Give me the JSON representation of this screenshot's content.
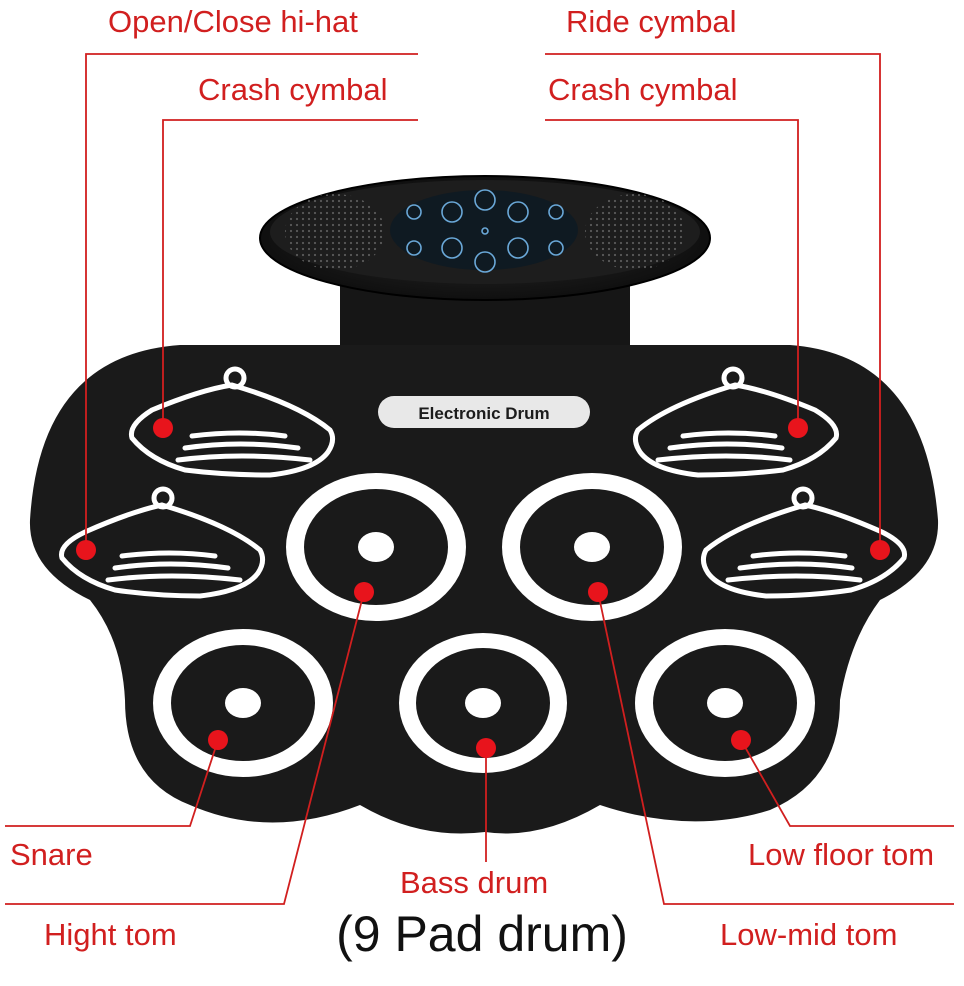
{
  "labels": {
    "open_close_hihat": "Open/Close hi-hat",
    "crash_cymbal_left": "Crash cymbal",
    "ride_cymbal": "Ride cymbal",
    "crash_cymbal_right": "Crash cymbal",
    "snare": "Snare",
    "hight_tom": "Hight tom",
    "bass_drum": "Bass drum",
    "low_floor_tom": "Low floor tom",
    "low_mid_tom": "Low-mid tom"
  },
  "device": {
    "brand": "Electronic Drum"
  },
  "caption": "(9 Pad drum)",
  "colors": {
    "label": "#d11f1f",
    "pad_body": "#1a1a1a",
    "pad_ring": "#ffffff",
    "marker": "#e8141c"
  }
}
